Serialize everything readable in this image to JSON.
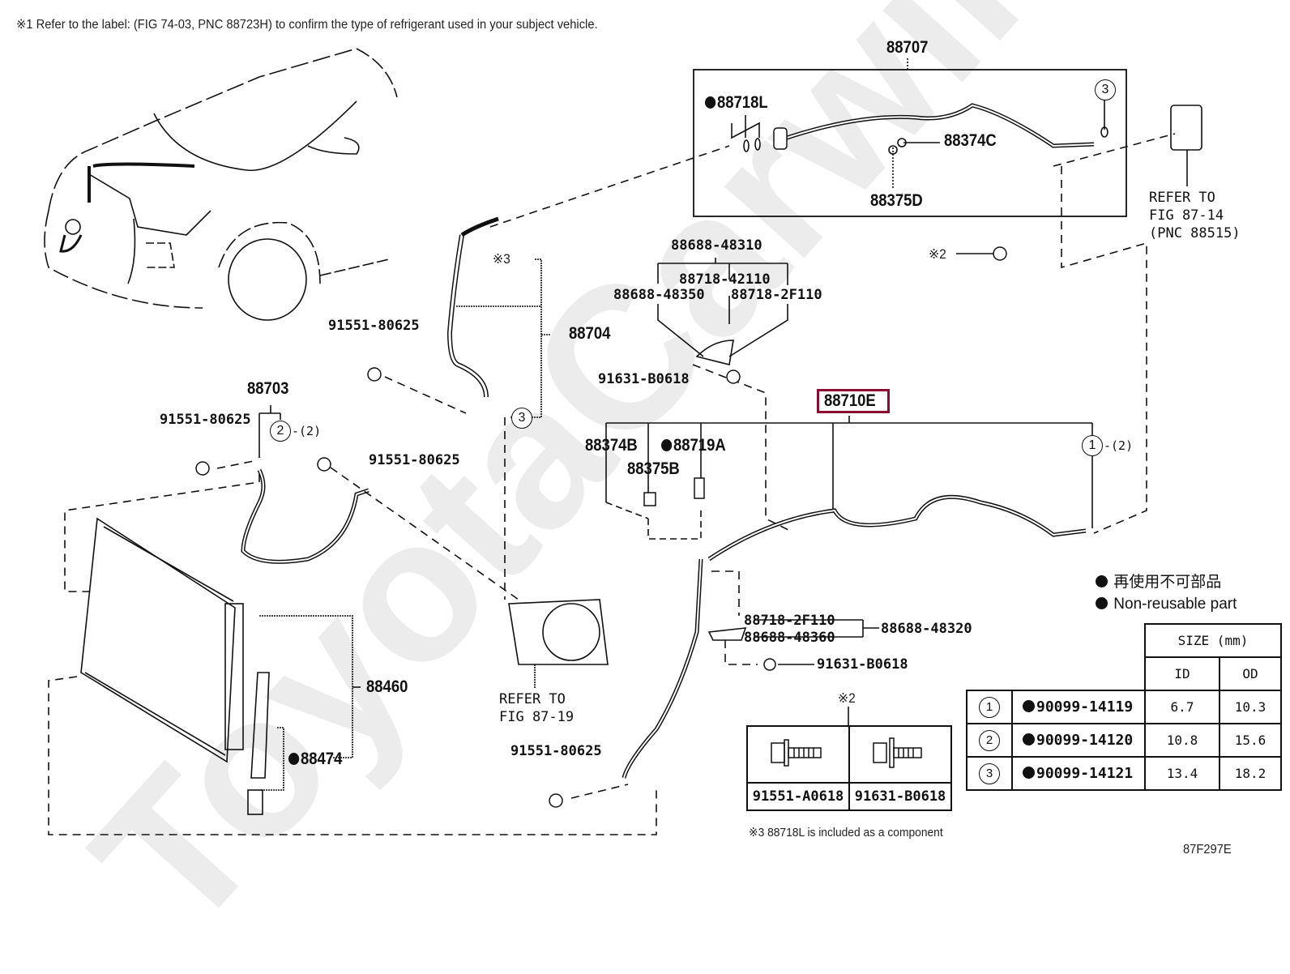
{
  "header_note": "※1 Refer to the label:  (FIG 74-03, PNC 88723H) to confirm the type of refrigerant used in your subject vehicle.",
  "watermark": "ToyotaCarwiner.ru",
  "figure_id": "87F297E",
  "highlighted_part": "88710E",
  "parts": {
    "p88707": "88707",
    "p88718L": "88718L",
    "p88374C": "88374C",
    "p88375D": "88375D",
    "p88688_48310": "88688-48310",
    "p88718_42110": "88718-42110",
    "p88688_48350": "88688-48350",
    "p88718_2F110_a": "88718-2F110",
    "p91631_B0618_a": "91631-B0618",
    "p88704": "88704",
    "p91551_80625_a": "91551-80625",
    "p88703": "88703",
    "p91551_80625_b": "91551-80625",
    "p91551_80625_c": "91551-80625",
    "p88710E": "88710E",
    "p88374B": "88374B",
    "p88719A": "88719A",
    "p88375B": "88375B",
    "p88460": "88460",
    "p88474": "88474",
    "p91551_80625_d": "91551-80625",
    "p88718_2F110_b": "88718-2F110",
    "p88688_48360": "88688-48360",
    "p88688_48320": "88688-48320",
    "p91631_B0618_b": "91631-B0618"
  },
  "marks": {
    "ref3": "※3",
    "ref2": "※2",
    "ref2_table": "※2",
    "circle1": "1",
    "circle2": "2",
    "circle3a": "3",
    "circle3b": "3",
    "qty_2a": "-(2)",
    "qty_2b": "-(2)"
  },
  "refers": {
    "fig_87_14": "REFER TO\nFIG 87-14\n(PNC 88515)",
    "fig_87_19": "REFER TO\nFIG 87-19"
  },
  "legend": {
    "japanese": "再使用不可部品",
    "english": "Non-reusable part"
  },
  "size_table": {
    "header": "SIZE (mm)",
    "col_id": "ID",
    "col_od": "OD",
    "rows": [
      {
        "ref": "1",
        "part": "90099-14119",
        "id": "6.7",
        "od": "10.3"
      },
      {
        "ref": "2",
        "part": "90099-14120",
        "id": "10.8",
        "od": "15.6"
      },
      {
        "ref": "3",
        "part": "90099-14121",
        "id": "13.4",
        "od": "18.2"
      }
    ]
  },
  "bolt_table": {
    "bolts": [
      "91551-A0618",
      "91631-B0618"
    ]
  },
  "footnote3": "※3  88718L is included as a component",
  "colors": {
    "highlight": "#8b0a32",
    "line": "#111111",
    "watermark": "#ececec"
  }
}
